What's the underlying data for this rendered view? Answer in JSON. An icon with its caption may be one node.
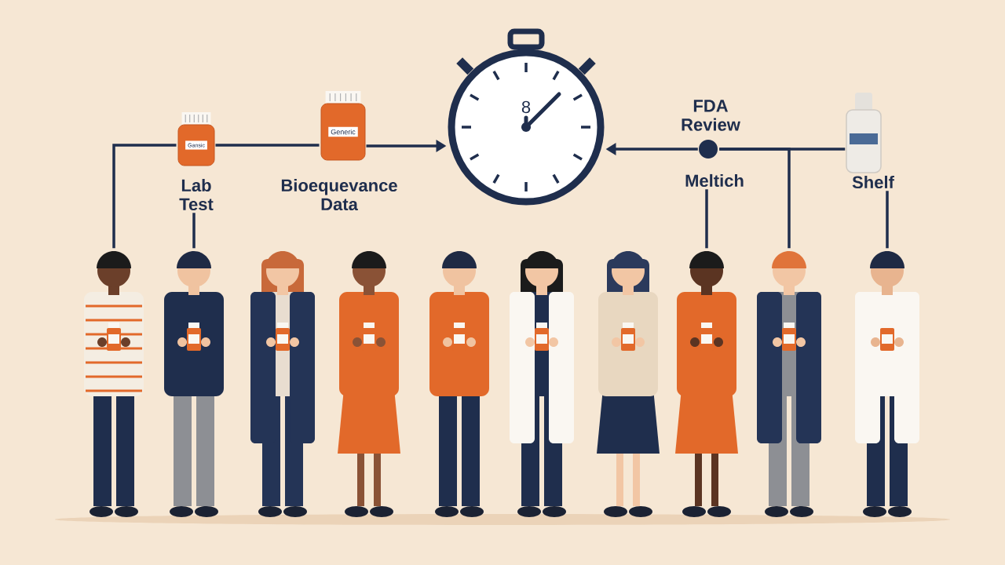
{
  "diagram": {
    "nodes": [
      {
        "text": [
          "Gansic"
        ],
        "beside": [
          "Lab Test"
        ]
      },
      {
        "text": [
          "Generic"
        ],
        "beside": [
          "Bioequevance Data"
        ]
      },
      {
        "text": [
          "8"
        ]
      },
      {
        "text": [],
        "shape": "circle",
        "beside": [
          "FDA Review",
          "Meltich"
        ]
      },
      {
        "text": [],
        "shape": "bottle",
        "beside": [
          "Shelf"
        ]
      },
      {
        "text": [],
        "shape": "person"
      },
      {
        "text": [],
        "shape": "person"
      },
      {
        "text": [],
        "shape": "person"
      },
      {
        "text": [],
        "shape": "person"
      },
      {
        "text": [],
        "shape": "person"
      },
      {
        "text": [],
        "shape": "person"
      },
      {
        "text": [],
        "shape": "person"
      },
      {
        "text": [],
        "shape": "person"
      },
      {
        "text": [],
        "shape": "person"
      },
      {
        "text": [],
        "shape": "person"
      }
    ],
    "edges": [
      {
        "from": 5,
        "to": 0,
        "arrow": "none"
      },
      {
        "from": 0,
        "to": 1,
        "arrow": "none"
      },
      {
        "from": 1,
        "to": 2,
        "arrow": "to"
      },
      {
        "from": 4,
        "to": 3,
        "arrow": "none"
      },
      {
        "from": 3,
        "to": 2,
        "arrow": "to"
      },
      {
        "from": 6,
        "to": 0,
        "arrow": "none"
      },
      {
        "from": 12,
        "to": 3,
        "arrow": "none"
      },
      {
        "from": 13,
        "to": 3,
        "arrow": "none"
      },
      {
        "from": 14,
        "to": 4,
        "arrow": "none"
      }
    ]
  }
}
